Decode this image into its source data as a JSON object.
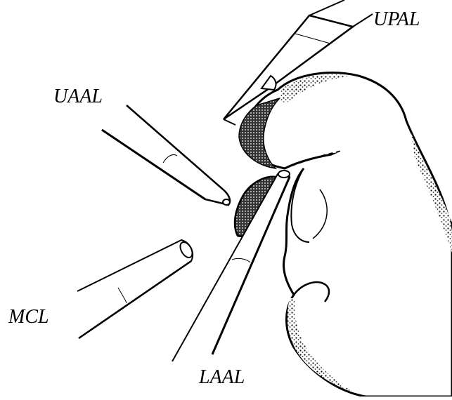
{
  "labels": {
    "upal": "UPAL",
    "uaal": "UAAL",
    "mcl": "MCL",
    "laal": "LAAL"
  },
  "colors": {
    "ink": "#000000",
    "paper": "#ffffff",
    "stipple": "#1a1a1a"
  }
}
